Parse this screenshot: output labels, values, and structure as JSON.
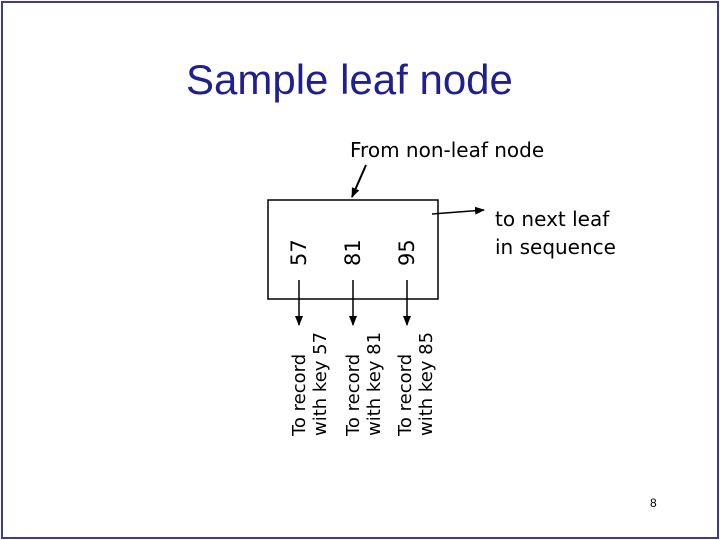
{
  "slide": {
    "title": "Sample leaf node",
    "page_number": "8"
  },
  "diagram": {
    "incoming_label": "From non-leaf node",
    "keys": [
      "57",
      "81",
      "95"
    ],
    "record_pointers": [
      {
        "line1": "To record",
        "line2": "with key 57"
      },
      {
        "line1": "To record",
        "line2": "with key 81"
      },
      {
        "line1": "To record",
        "line2": "with key 85"
      }
    ],
    "next_pointer": {
      "line1": "to next leaf",
      "line2": "in sequence"
    }
  }
}
